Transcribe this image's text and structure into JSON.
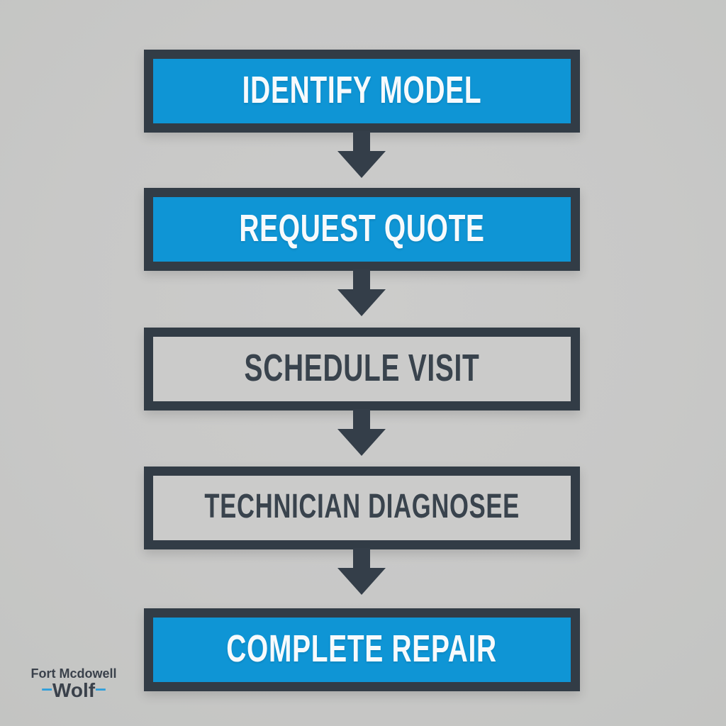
{
  "flowchart": {
    "steps": [
      {
        "label": "IDENTIFY MODEL",
        "variant": "blue"
      },
      {
        "label": "REQUEST QUOTE",
        "variant": "blue"
      },
      {
        "label": "SCHEDULE VISIT",
        "variant": "gray"
      },
      {
        "label": "TECHNICIAN DIAGNOSEE",
        "variant": "gray"
      },
      {
        "label": "COMPLETE REPAIR",
        "variant": "blue"
      }
    ],
    "connector_icon": "down-arrow-icon"
  },
  "logo": {
    "line1": "Fort Mcdowell",
    "name": "Wolf",
    "dash_left": "–",
    "dash_right": "–"
  },
  "colors": {
    "step_blue": "#0f95d5",
    "outline_charcoal": "#323c46",
    "arrow_charcoal": "#343e49",
    "background_gray": "#c8c8c7",
    "step_gray_fill": "#cbcbca",
    "text_white": "#f7fafc",
    "text_dark": "#39434d",
    "logo_text_dark": "#3a414b",
    "logo_dash_blue": "#2d9edb"
  }
}
